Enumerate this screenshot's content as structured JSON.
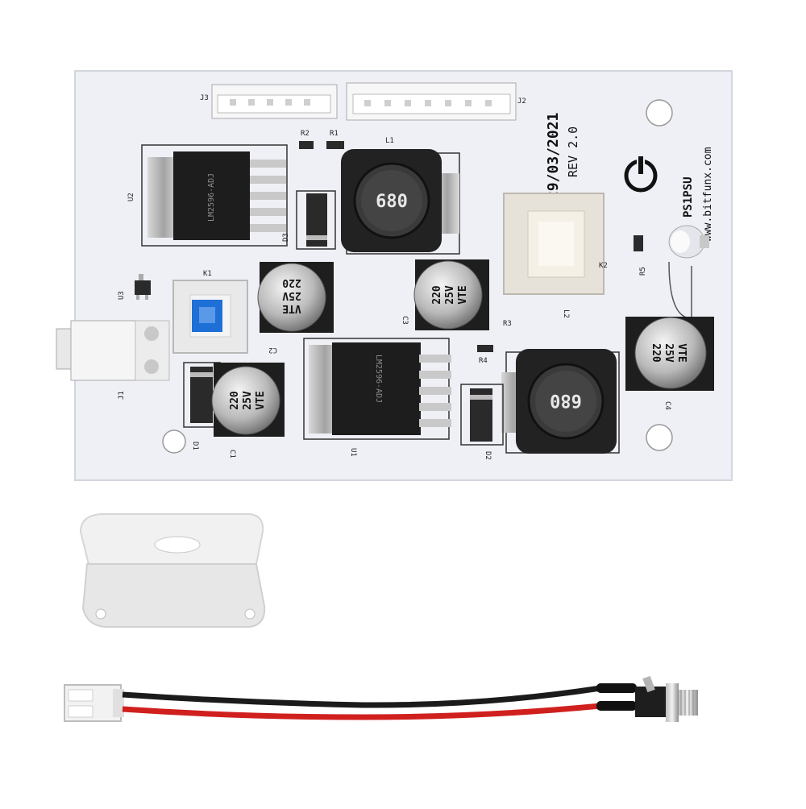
{
  "board": {
    "name": "PS1PSU",
    "date": "29/03/2021",
    "revision": "REV 2.0",
    "website": "www.bitfunx.com",
    "colors": {
      "pcb": "#eef0f6",
      "silk": "#1a1a1a",
      "button_blue": "#1e6fd6"
    },
    "designators": {
      "j1": "J1",
      "j2": "J2",
      "j3": "J3",
      "r1": "R1",
      "r2": "R2",
      "r3": "R3",
      "r4": "R4",
      "r5": "R5",
      "u1": "U1",
      "u2": "U2",
      "u3": "U3",
      "l1": "L1",
      "l2": "L2",
      "d1": "D1",
      "d2": "D2",
      "d3": "D3",
      "c1": "C1",
      "c2": "C2",
      "c3": "C3",
      "c4": "C4",
      "k1": "K1",
      "k2": "K2"
    },
    "capacitor": {
      "value": "220",
      "voltage": "25V",
      "brand": "VTE"
    },
    "inductor": {
      "value": "680"
    },
    "regulator": {
      "part": "LM2596-ADJ"
    }
  }
}
